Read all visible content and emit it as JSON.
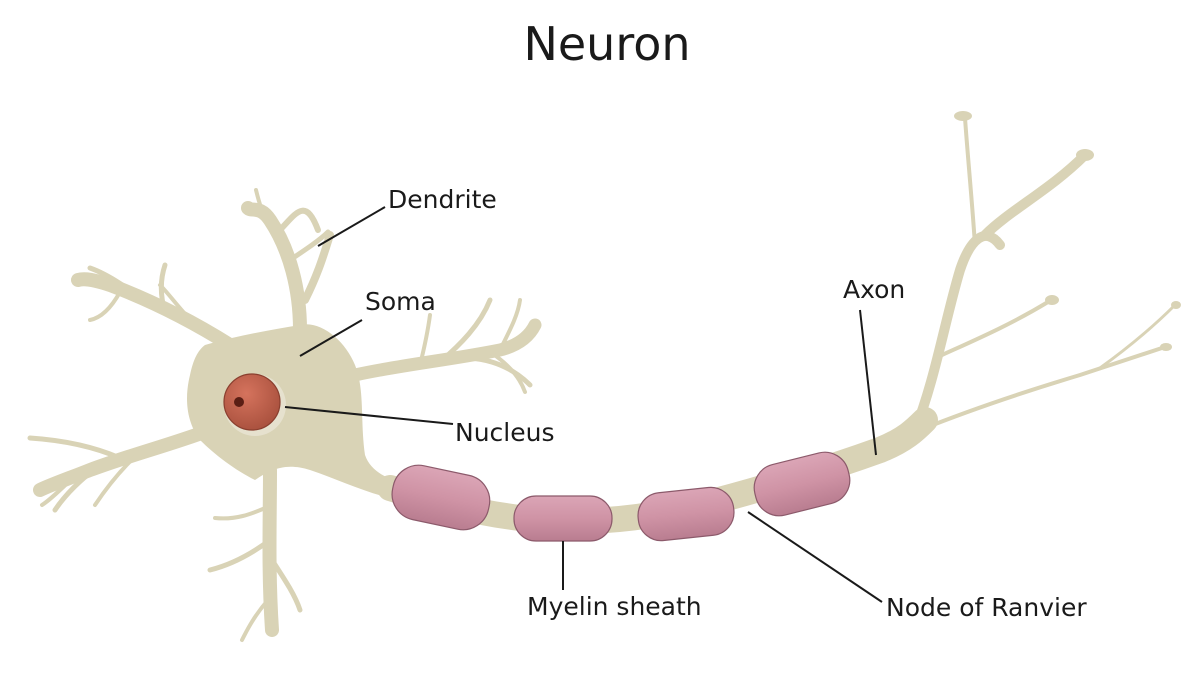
{
  "title": "Neuron",
  "labels": {
    "dendrite": "Dendrite",
    "soma": "Soma",
    "nucleus": "Nucleus",
    "axon": "Axon",
    "myelin_sheath": "Myelin sheath",
    "node_of_ranvier": "Node of Ranvier"
  },
  "colors": {
    "cell_body": "#d9d3b6",
    "nucleus": "#c0604c",
    "nucleolus": "#5a1e14",
    "myelin": "#cf93a5",
    "leader_line": "#1a1a1a"
  }
}
